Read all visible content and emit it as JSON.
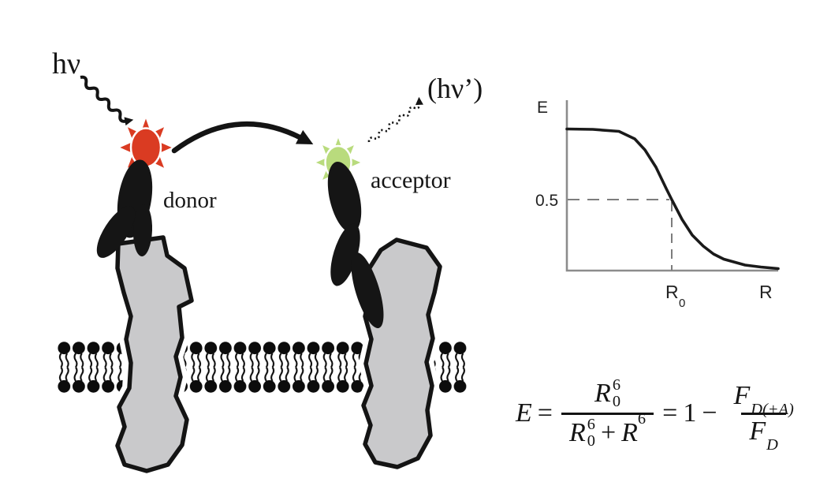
{
  "diagram": {
    "excitation_label": "hν",
    "emission_label": "(hν’)",
    "donor_label": "donor",
    "acceptor_label": "acceptor"
  },
  "graph": {
    "y_axis_label": "E",
    "half_efficiency_tick": "0.5",
    "forster_radius_base": "R",
    "forster_radius_sub": "0",
    "x_axis_label": "R"
  },
  "equation": {
    "efficiency": "E",
    "equals": "=",
    "distance_var": "R",
    "sub_zero": "0",
    "sup_six": "6",
    "plus": "+",
    "one": "1",
    "minus": "−",
    "fluorescence_var": "F",
    "sub_donor_with_acceptor": "D(+A)",
    "sub_donor": "D"
  },
  "colors": {
    "donor_fluorophore": "#da3b22",
    "acceptor_fluorophore": "#b9db7d",
    "membrane_protein_fill": "#c9c9cb",
    "ink": "#141414",
    "axis_gray": "#8c8c8c"
  },
  "chart_data": {
    "type": "line",
    "title": "FRET efficiency E versus donor-acceptor distance R",
    "xlabel": "R",
    "ylabel": "E",
    "x_over_R0": [
      0,
      0.25,
      0.5,
      0.65,
      0.75,
      0.85,
      0.95,
      1.0,
      1.1,
      1.2,
      1.3,
      1.4,
      1.5,
      1.7,
      1.85,
      2.0
    ],
    "efficiency": [
      1.0,
      1.0,
      0.98,
      0.93,
      0.85,
      0.73,
      0.58,
      0.5,
      0.36,
      0.25,
      0.17,
      0.12,
      0.08,
      0.04,
      0.025,
      0.015
    ],
    "x_tick_labels": [
      "R0"
    ],
    "y_tick_labels": [
      "0.5"
    ],
    "ylim": [
      0,
      1.2
    ],
    "grid": false,
    "legend": false,
    "annotations": [
      "dashed guide lines mark E = 0.5 at R = R0"
    ]
  }
}
